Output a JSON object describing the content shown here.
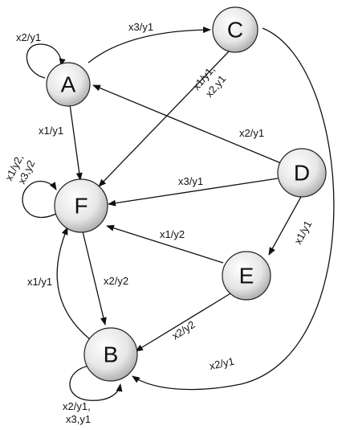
{
  "nodes": {
    "A": "A",
    "B": "B",
    "C": "C",
    "D": "D",
    "E": "E",
    "F": "F"
  },
  "edges": {
    "a_self": "x2/y1",
    "a_c": "x3/y1",
    "a_f": "x1/y1",
    "c_f_1": "x1/y1,",
    "c_f_2": "x2,y1",
    "d_a": "x2/y1",
    "d_f": "x3/y1",
    "d_e": "x1/y1",
    "e_f": "x1/y2",
    "f_self_1": "x1/y2,",
    "f_self_2": "x3,y2",
    "f_b": "x2/y2",
    "b_f": "x1/y1",
    "e_b": "x2/y2",
    "c_b": "x2/y1",
    "b_self_1": "x2/y1,",
    "b_self_2": "x3,y1"
  }
}
